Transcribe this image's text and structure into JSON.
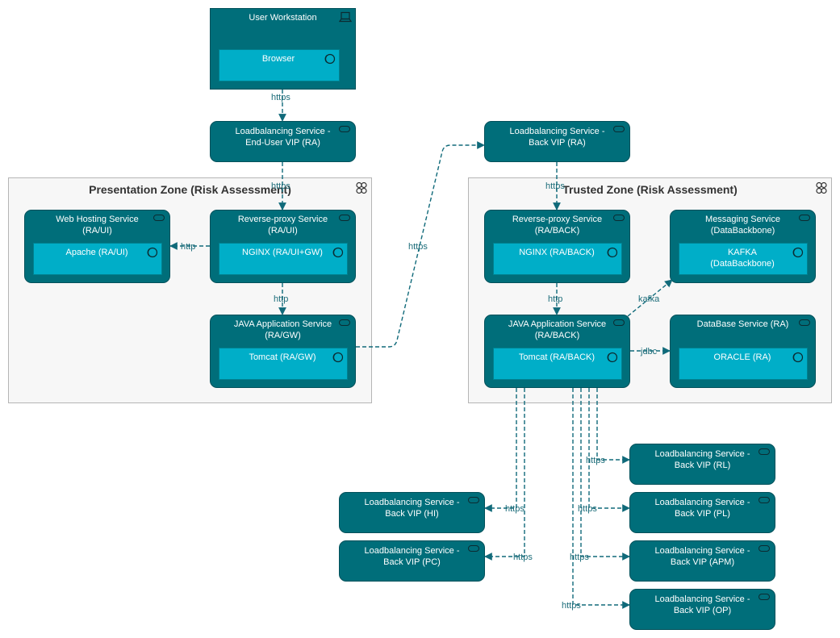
{
  "zones": {
    "presentation": "Presentation Zone (Risk Assessment)",
    "trusted": "Trusted Zone (Risk Assessment)"
  },
  "nodes": {
    "workstation": "User Workstation",
    "browser": "Browser",
    "lb_enduser": "Loadbalancing Service -\nEnd-User VIP (RA)",
    "lb_back_ra": "Loadbalancing Service -\nBack VIP (RA)",
    "web_hosting": "Web Hosting Service\n(RA/UI)",
    "apache": "Apache (RA/UI)",
    "rp_ui": "Reverse-proxy Service\n(RA/UI)",
    "nginx_ui": "NGINX (RA/UI+GW)",
    "java_gw": "JAVA Application Service\n(RA/GW)",
    "tomcat_gw": "Tomcat (RA/GW)",
    "rp_back": "Reverse-proxy Service\n(RA/BACK)",
    "nginx_back": "NGINX (RA/BACK)",
    "messaging": "Messaging Service\n(DataBackbone)",
    "kafka": "KAFKA\n(DataBackbone)",
    "java_back": "JAVA Application Service\n(RA/BACK)",
    "tomcat_back": "Tomcat (RA/BACK)",
    "database": "DataBase Service (RA)",
    "oracle": "ORACLE (RA)",
    "lb_rl": "Loadbalancing Service -\nBack VIP (RL)",
    "lb_hi": "Loadbalancing Service -\nBack VIP (HI)",
    "lb_pl": "Loadbalancing Service -\nBack VIP (PL)",
    "lb_pc": "Loadbalancing Service -\nBack VIP (PC)",
    "lb_apm": "Loadbalancing Service -\nBack VIP (APM)",
    "lb_op": "Loadbalancing Service -\nBack VIP (OP)"
  },
  "edges": {
    "ws_lb": "https",
    "lb_rp_ui": "https",
    "rp_web": "http",
    "rp_java_gw": "http",
    "gw_lb_back": "https",
    "lb_rp_back": "https",
    "rp_java_back": "http",
    "java_kafka": "kafka",
    "java_db": "jdbc",
    "to_rl": "https",
    "to_hi": "https",
    "to_pl": "https",
    "to_pc": "https",
    "to_apm": "https",
    "to_op": "https"
  },
  "colors": {
    "node_fill": "#006e7a",
    "inner_fill": "#00aec8",
    "edge": "#106a7a",
    "zone_fill": "#f7f7f7"
  }
}
